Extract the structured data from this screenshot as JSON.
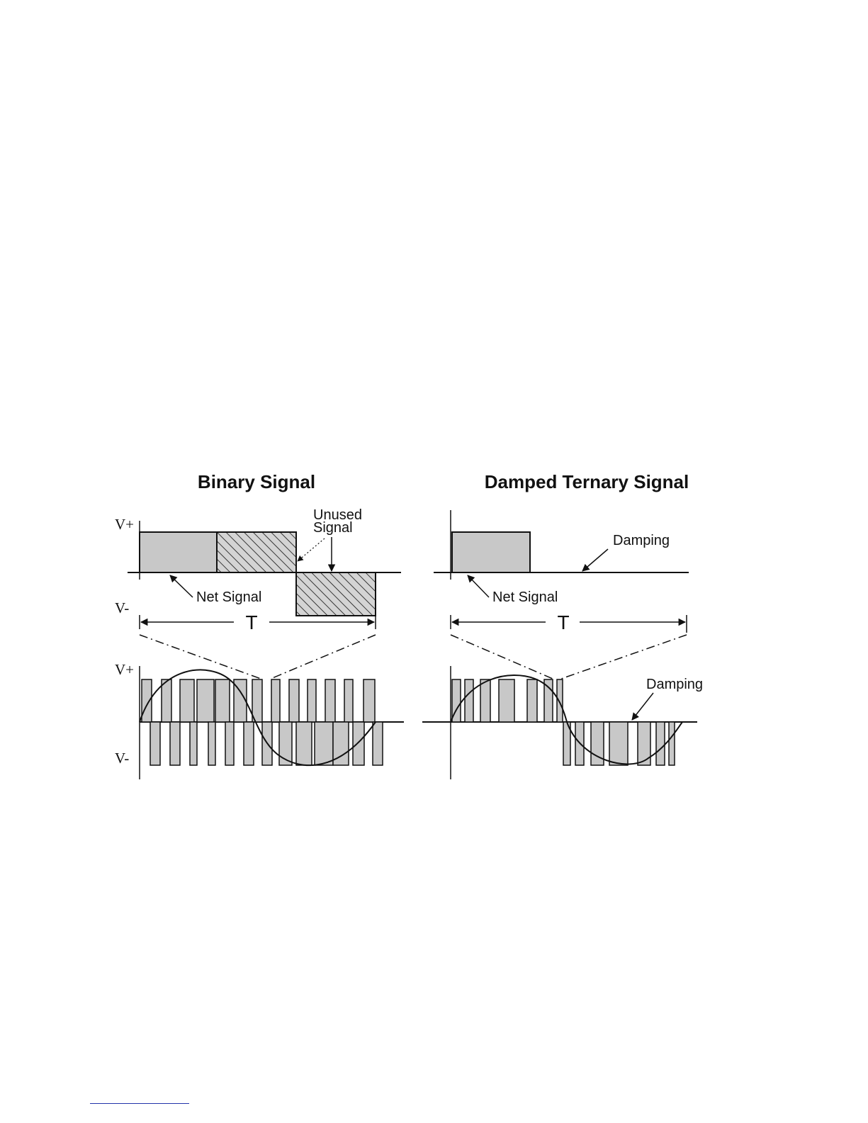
{
  "binary": {
    "title": "Binary Signal",
    "v_plus": "V+",
    "v_minus": "V-",
    "unused_line1": "Unused",
    "unused_line2": "Signal",
    "net_signal": "Net Signal",
    "period": "T",
    "lower_v_plus": "V+",
    "lower_v_minus": "V-"
  },
  "ternary": {
    "title": "Damped Ternary Signal",
    "damping_top": "Damping",
    "net_signal": "Net Signal",
    "period": "T",
    "damping_bottom": "Damping"
  },
  "colors": {
    "pulse_fill": "#c8c8c8",
    "line": "#111111",
    "footer_rule": "#2233aa"
  }
}
